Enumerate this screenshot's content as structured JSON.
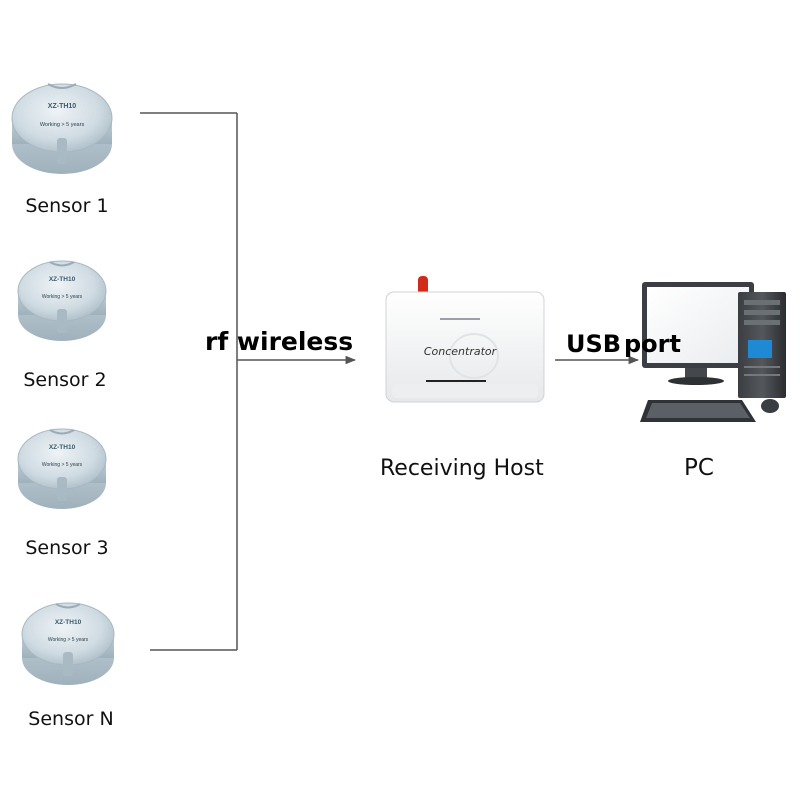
{
  "sensors": [
    {
      "label": "Sensor 1",
      "model": "XZ-TH10",
      "note": "Working > 5 years"
    },
    {
      "label": "Sensor 2",
      "model": "XZ-TH10",
      "note": "Working > 5 years"
    },
    {
      "label": "Sensor 3",
      "model": "XZ-TH10",
      "note": "Working > 5 years"
    },
    {
      "label": "Sensor N",
      "model": "XZ-TH10",
      "note": "Working > 5 years"
    }
  ],
  "link_rf": "rf wireless",
  "link_usb_a": "USB",
  "link_usb_b": "port",
  "host": {
    "label": "Receiving Host",
    "face_text": "Concentrator"
  },
  "pc": {
    "label": "PC"
  },
  "colors": {
    "sensor_body": "#c9d6de",
    "line": "#555555",
    "antenna": "#d22a1a"
  }
}
